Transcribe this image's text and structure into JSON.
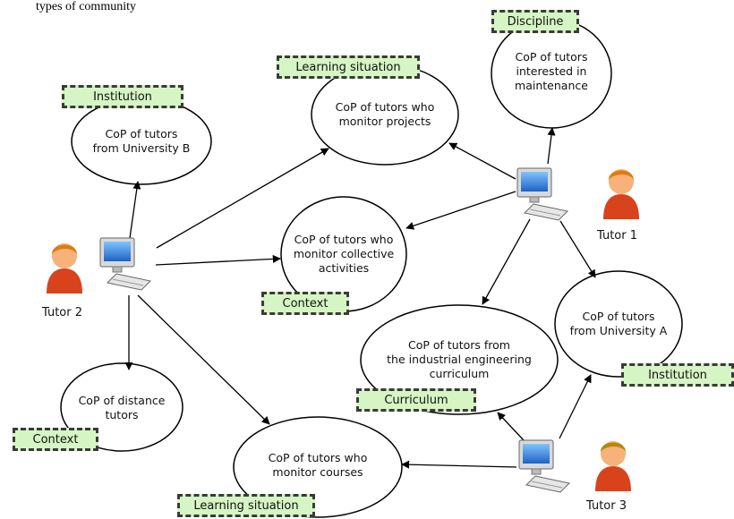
{
  "caption": "types of community",
  "nodes": [
    {
      "id": "university-b",
      "text": "CoP of tutors\nfrom University B"
    },
    {
      "id": "monitor-projects",
      "text": "CoP of tutors who\nmonitor projects"
    },
    {
      "id": "maintenance",
      "text": "CoP of tutors\ninterested in\nmaintenance"
    },
    {
      "id": "collective-activities",
      "text": "CoP of tutors who\nmonitor collective\nactivities"
    },
    {
      "id": "university-a",
      "text": "CoP of tutors\nfrom University A"
    },
    {
      "id": "industrial-engineering",
      "text": "CoP of tutors from\nthe industrial engineering\ncurriculum"
    },
    {
      "id": "distance-tutors",
      "text": "CoP of distance\ntutors"
    },
    {
      "id": "monitor-courses",
      "text": "CoP of tutors who\nmonitor courses"
    }
  ],
  "tags": [
    {
      "id": "institution-b",
      "text": "Institution"
    },
    {
      "id": "learning-situation-top",
      "text": "Learning situation"
    },
    {
      "id": "discipline",
      "text": "Discipline"
    },
    {
      "id": "context-mid",
      "text": "Context"
    },
    {
      "id": "institution-a",
      "text": "Institution"
    },
    {
      "id": "curriculum",
      "text": "Curriculum"
    },
    {
      "id": "context-left",
      "text": "Context"
    },
    {
      "id": "learning-situation-bottom",
      "text": "Learning situation"
    }
  ],
  "people": [
    {
      "id": "tutor-1",
      "label": "Tutor 1",
      "hair": "#e07a10"
    },
    {
      "id": "tutor-2",
      "label": "Tutor 2",
      "hair": "#e07a10"
    },
    {
      "id": "tutor-3",
      "label": "Tutor 3",
      "hair": "#b8860b"
    }
  ],
  "colors": {
    "tag_fill": "#d6f5c4",
    "shirt": "#d9431c",
    "skin": "#f6b27a",
    "screen": "#2f7fd8"
  }
}
